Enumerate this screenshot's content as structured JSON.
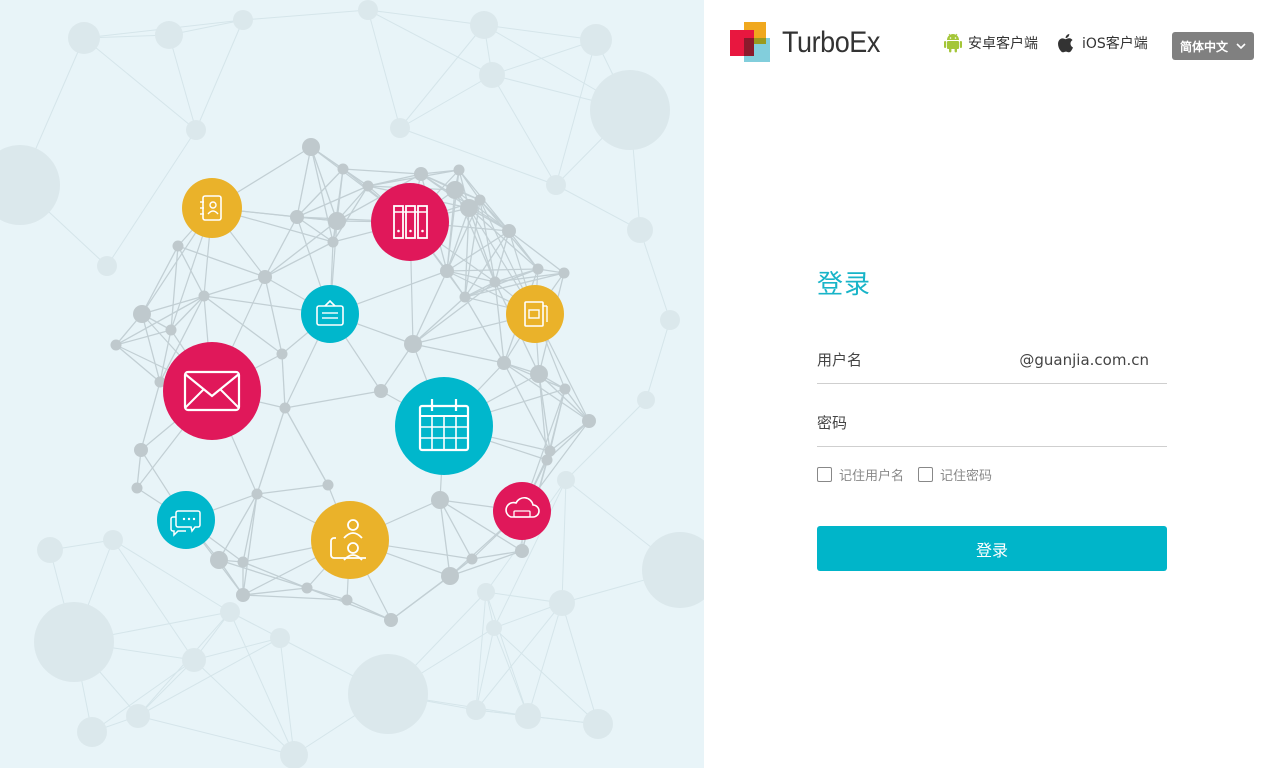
{
  "brand": {
    "name": "TurboEx",
    "colors": {
      "red": "#e8173f",
      "orange": "#f0a81e",
      "blue": "#6cc5d6",
      "dark": "#8b1a2c"
    }
  },
  "header": {
    "android_label": "安卓客户端",
    "ios_label": "iOS客户端",
    "language": "简体中文",
    "language_icon": "chevron-down-icon"
  },
  "login": {
    "title": "登录",
    "username_placeholder": "用户名",
    "username_suffix": "@guanjia.com.cn",
    "password_placeholder": "密码",
    "remember_username": "记住用户名",
    "remember_password": "记住密码",
    "submit_label": "登录",
    "accent": "#00b5c9"
  },
  "illustration": {
    "icons": [
      "contacts-icon",
      "library-icon",
      "note-icon",
      "book-icon",
      "mail-icon",
      "calendar-icon",
      "chat-icon",
      "users-icon",
      "cloud-icon"
    ],
    "colors": {
      "pink": "#e0185a",
      "yellow": "#eab22a",
      "teal": "#00b7cc"
    }
  }
}
